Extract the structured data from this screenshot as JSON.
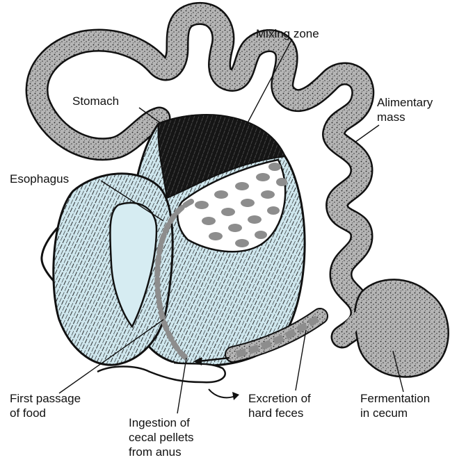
{
  "labels": {
    "mixing_zone": "Mixing zone",
    "stomach": "Stomach",
    "alimentary_mass": [
      "Alimentary",
      "mass"
    ],
    "esophagus": "Esophagus",
    "first_passage": [
      "First passage",
      "of food"
    ],
    "ingestion": [
      "Ingestion of",
      "cecal pellets",
      "from anus"
    ],
    "excretion": [
      "Excretion of",
      "hard feces"
    ],
    "fermentation": [
      "Fermentation",
      "in cecum"
    ]
  },
  "colors": {
    "gut": "#a8a8a8",
    "fur_tint": "#cfe7ee",
    "fur_stroke": "#1a1a1a",
    "mixing_zone": "#151515",
    "pellet": "#8d8d8d",
    "outline": "#111111"
  }
}
